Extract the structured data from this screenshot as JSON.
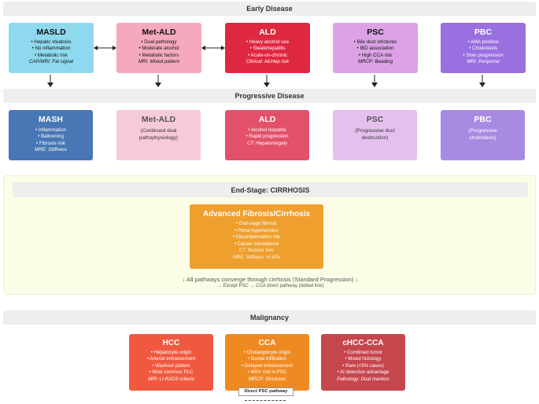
{
  "early": {
    "title": "Early Disease",
    "cards": [
      {
        "title": "MASLD",
        "items": [
          "Hepatic steatosis",
          "No inflammation",
          "Metabolic risk"
        ],
        "imaging": "CAP/MRI: Fat signal"
      },
      {
        "title": "Met-ALD",
        "items": [
          "Dual pathology",
          "Moderate alcohol",
          "Metabolic factors"
        ],
        "imaging": "MRI: Mixed pattern"
      },
      {
        "title": "ALD",
        "items": [
          "Heavy alcohol use",
          "Steatohepatitis",
          "Acute-on-chronic"
        ],
        "imaging": "Clinical: AlcHep risk"
      },
      {
        "title": "PSC",
        "items": [
          "Bile duct strictures",
          "IBD association",
          "High CCA risk"
        ],
        "imaging": "MRCP: Beading"
      },
      {
        "title": "PBC",
        "items": [
          "AMA positive",
          "Cholestasis",
          "Slow progression"
        ],
        "imaging": "MRI: Periportal"
      }
    ]
  },
  "progressive": {
    "title": "Progressive Disease",
    "cards": [
      {
        "title": "MASH",
        "items": [
          "Inflammation",
          "Ballooning",
          "Fibrosis risk"
        ],
        "imaging": "MRE: Stiffness"
      },
      {
        "title": "Met-ALD",
        "lines": [
          "(Continued dual",
          "pathophysiology)"
        ]
      },
      {
        "title": "ALD",
        "items": [
          "Alcohol hepatitis",
          "Rapid progression"
        ],
        "imaging": "CT: Hepatomegaly"
      },
      {
        "title": "PSC",
        "lines": [
          "(Progressive duct",
          "destruction)"
        ]
      },
      {
        "title": "PBC",
        "lines": [
          "(Progressive",
          "cholestasis)"
        ]
      }
    ]
  },
  "endstage": {
    "title": "End-Stage: CIRRHOSIS",
    "box": {
      "title": "Advanced Fibrosis/Cirrhosis",
      "items": [
        "End-stage fibrosis",
        "Portal hypertension",
        "Decompensation risk",
        "Cancer surveillance"
      ],
      "imaging": [
        "CT: Nodular liver",
        "MRE: Stiffness >5 kPa"
      ]
    },
    "note_main": "↓ All pathways converge through cirrhosis (Standard Progression) ↓",
    "note_sub": "→ Except PSC → CCA direct pathway (dotted line)"
  },
  "malignancy": {
    "title": "Malignancy",
    "cards": [
      {
        "title": "HCC",
        "items": [
          "Hepatocyte origin",
          "Arterial enhancement",
          "Washout pattern",
          "Most common PLC"
        ],
        "imaging": "MRI: LI-RADS criteria"
      },
      {
        "title": "CCA",
        "items": [
          "Cholangiocyte origin",
          "Ductal infiltration",
          "Delayed enhancement",
          "400× risk in PSC"
        ],
        "imaging": "MRCP: Strictures"
      },
      {
        "title": "cHCC-CCA",
        "items": [
          "Combined tumor",
          "Mixed histology",
          "Rare (<5% cases)",
          "AI detection advantage"
        ],
        "imaging": "Pathology: Dual markers"
      }
    ],
    "psc_badge": "Direct PSC pathway"
  },
  "colors": {
    "masld": "#8fd9ee",
    "metald": "#f4a9bf",
    "ald": "#e02740",
    "psc": "#dba2e6",
    "pbc": "#9a6fe0",
    "mash": "#4777b4",
    "metald_prog": "#f7cad7",
    "ald_prog": "#e2506a",
    "psc_prog": "#e5c0ee",
    "pbc_prog": "#a98ae2",
    "fibrosis": "#ee9f2e",
    "hcc": "#f0593f",
    "cca": "#ef8a22",
    "chcc": "#c6464e"
  }
}
